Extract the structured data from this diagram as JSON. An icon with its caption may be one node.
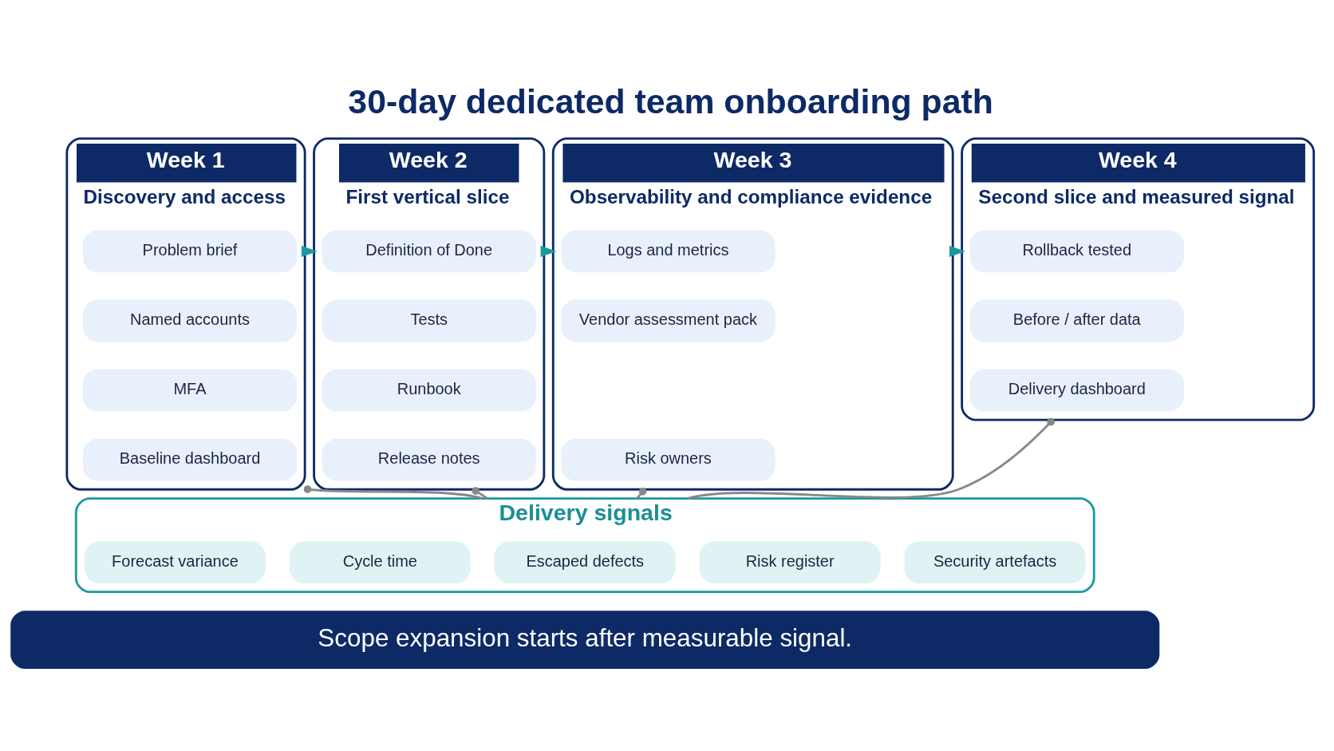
{
  "diagram": {
    "title": "30-day dedicated team onboarding path",
    "nodes": [
      {
        "text": [
          "Week 1",
          "Discovery and access"
        ]
      },
      {
        "text": [
          "Problem brief"
        ],
        "in": 0
      },
      {
        "text": [
          "Named accounts"
        ],
        "in": 0
      },
      {
        "text": [
          "MFA"
        ],
        "in": 0
      },
      {
        "text": [
          "Baseline dashboard"
        ],
        "in": 0
      },
      {
        "text": [
          "Week 2",
          "First vertical slice"
        ]
      },
      {
        "text": [
          "Definition of Done"
        ],
        "in": 5
      },
      {
        "text": [
          "Tests"
        ],
        "in": 5
      },
      {
        "text": [
          "Runbook"
        ],
        "in": 5
      },
      {
        "text": [
          "Release notes"
        ],
        "in": 5
      },
      {
        "text": [
          "Week 3",
          "Observability and compliance evidence"
        ]
      },
      {
        "text": [
          "Logs and metrics"
        ],
        "in": 10
      },
      {
        "text": [
          "Vendor assessment pack"
        ],
        "in": 10
      },
      {
        "text": [
          "Risk owners"
        ],
        "in": 10
      },
      {
        "text": [
          "Week 4",
          "Second slice and measured signal"
        ]
      },
      {
        "text": [
          "Rollback tested"
        ],
        "in": 14
      },
      {
        "text": [
          "Before / after data"
        ],
        "in": 14
      },
      {
        "text": [
          "Delivery dashboard"
        ],
        "in": 14
      },
      {
        "text": [
          "Delivery signals"
        ]
      },
      {
        "text": [
          "Forecast variance"
        ],
        "in": 18
      },
      {
        "text": [
          "Cycle time"
        ],
        "in": 18
      },
      {
        "text": [
          "Escaped defects"
        ],
        "in": 18
      },
      {
        "text": [
          "Risk register"
        ],
        "in": 18
      },
      {
        "text": [
          "Security artefacts"
        ],
        "in": 18
      },
      {
        "text": [
          "Scope expansion starts after measurable signal."
        ]
      }
    ],
    "edges": [
      {
        "from": 0,
        "to": 5,
        "arrow": "to",
        "color": "#1a9aa0"
      },
      {
        "from": 5,
        "to": 10,
        "arrow": "to",
        "color": "#1a9aa0"
      },
      {
        "from": 10,
        "to": 14,
        "arrow": "to",
        "color": "#1a9aa0"
      },
      {
        "from": 0,
        "to": 18,
        "arrow": "other"
      },
      {
        "from": 5,
        "to": 18,
        "arrow": "other"
      },
      {
        "from": 10,
        "to": 18,
        "arrow": "other"
      },
      {
        "from": 14,
        "to": 18,
        "arrow": "other"
      }
    ]
  }
}
